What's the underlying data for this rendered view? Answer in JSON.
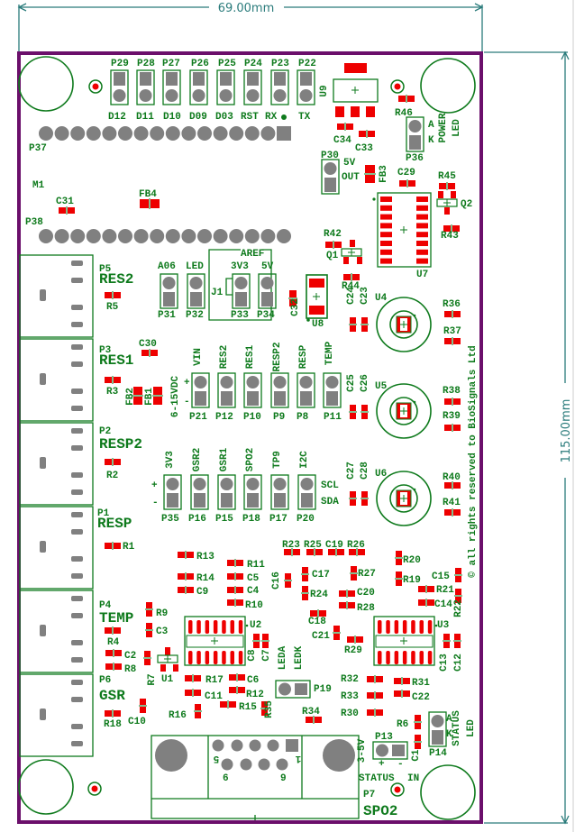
{
  "dimensions": {
    "width": "69.00mm",
    "height": "115.00mm"
  },
  "copyright": "© all rights reserved to BioSignals Ltd",
  "colors": {
    "board_outline": "#6b0f6b",
    "silkscreen": "#0e7a1c",
    "smd_pad": "#ee0000",
    "through_hole_pad": "#808080",
    "dimension_line": "#2a7b7b"
  },
  "labels": {
    "P29": "P29",
    "P28": "P28",
    "P27": "P27",
    "P26": "P26",
    "P25": "P25",
    "P24": "P24",
    "P23": "P23",
    "P22": "P22",
    "D12": "D12",
    "D11": "D11",
    "D10": "D10",
    "D09": "D09",
    "D03": "D03",
    "RST": "RST",
    "RX": "RX",
    "TX": "TX",
    "P37": "P37",
    "M1": "M1",
    "C31": "C31",
    "FB4": "FB4",
    "P38": "P38",
    "U9": "U9",
    "R46": "R46",
    "A_p36": "A",
    "K_p36": "K",
    "P36": "P36",
    "POWER": "POWER",
    "LED_power": "LED",
    "C34": "C34",
    "C33": "C33",
    "P30": "P30",
    "5V_out": "5V",
    "OUT": "OUT",
    "FB3": "FB3",
    "C29": "C29",
    "R45": "R45",
    "Q2": "Q2",
    "R43": "R43",
    "U7": "U7",
    "R42": "R42",
    "Q1": "Q1",
    "R44": "R44",
    "U8": "U8",
    "C32": "C32",
    "C24": "C24",
    "C23": "C23",
    "U4": "U4",
    "R36": "R36",
    "R37": "R37",
    "C25": "C25",
    "C26": "C26",
    "U5": "U5",
    "R38": "R38",
    "R39": "R39",
    "C27": "C27",
    "C28": "C28",
    "U6": "U6",
    "R40": "R40",
    "R41": "R41",
    "AREF": "AREF",
    "A06": "A06",
    "LED_p32": "LED",
    "3V3_aref": "3V3",
    "5V_aref": "5V",
    "J1": "J1",
    "P31": "P31",
    "P32": "P32",
    "P33": "P33",
    "P34": "P34",
    "P5": "P5",
    "RES2_conn": "RES2",
    "R5": "R5",
    "P3": "P3",
    "RES1_conn": "RES1",
    "C30": "C30",
    "R3": "R3",
    "FB2": "FB2",
    "FB1": "FB1",
    "P2": "P2",
    "RESP2_conn": "RESP2",
    "R2": "R2",
    "P1": "P1",
    "RESP_conn": "RESP",
    "R1": "R1",
    "P4": "P4",
    "TEMP_conn": "TEMP",
    "R4": "R4",
    "C2": "C2",
    "R8": "R8",
    "P6": "P6",
    "GSR_conn": "GSR",
    "R18": "R18",
    "C10": "C10",
    "VDC": "6-15VDC",
    "plus_vin": "+",
    "minus_vin": "-",
    "VIN": "VIN",
    "RES2_pin": "RES2",
    "RES1_pin": "RES1",
    "RESP2_pin": "RESP2",
    "RESP_pin": "RESP",
    "TEMP_pin": "TEMP",
    "P21": "P21",
    "P12": "P12",
    "P10": "P10",
    "P9": "P9",
    "P8": "P8",
    "P11": "P11",
    "3V3_pin": "3V3",
    "GSR2": "GSR2",
    "GSR1": "GSR1",
    "SPO2_pin": "SPO2",
    "TP9": "TP9",
    "I2C": "I2C",
    "P35": "P35",
    "P16": "P16",
    "P15": "P15",
    "P18": "P18",
    "P17": "P17",
    "P20": "P20",
    "plus_3v3": "+",
    "minus_3v3": "-",
    "SCL": "SCL",
    "SDA": "SDA",
    "R9": "R9",
    "C3": "C3",
    "R7": "R7",
    "U1": "U1",
    "U2": "U2",
    "C8": "C8",
    "C7": "C7",
    "R13": "R13",
    "R14": "R14",
    "C9": "C9",
    "R11": "R11",
    "C5": "C5",
    "C4": "C4",
    "R10": "R10",
    "R17": "R17",
    "C6": "C6",
    "C11": "C11",
    "R12": "R12",
    "R16": "R16",
    "R15": "R15",
    "R35": "R35",
    "LEDA": "LEDA",
    "LEDK": "LEDK",
    "P19": "P19",
    "R34": "R34",
    "R23": "R23",
    "R25": "R25",
    "C19": "C19",
    "R26": "R26",
    "C16": "C16",
    "C17": "C17",
    "R24": "R24",
    "R27": "R27",
    "C20": "C20",
    "R28": "R28",
    "C18": "C18",
    "C21": "C21",
    "R29": "R29",
    "R20": "R20",
    "R19": "R19",
    "C15": "C15",
    "R21": "R21",
    "C14": "C14",
    "R22": "R22",
    "U3": "U3",
    "C13": "C13",
    "C12": "C12",
    "R32": "R32",
    "R33": "R33",
    "R30": "R30",
    "R31": "R31",
    "C22": "C22",
    "R6": "R6",
    "C1": "C1",
    "P14": "P14",
    "A_p14": "A",
    "K_p14": "K",
    "STATUS_led": "STATUS",
    "LED_status": "LED",
    "P13": "P13",
    "V35": "3-5V",
    "plus_p13": "+",
    "minus_p13": "-",
    "STATUS_in": "STATUS",
    "IN": "IN",
    "P7": "P7",
    "SPO2_conn": "SPO2",
    "pin5": "5",
    "pin1": "1",
    "pin6": "6",
    "pin9": "9"
  }
}
